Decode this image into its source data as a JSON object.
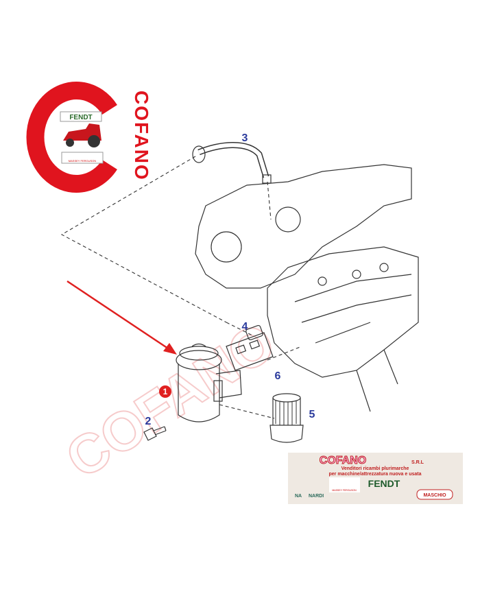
{
  "diagram": {
    "callouts": [
      "1",
      "2",
      "3",
      "4",
      "5",
      "6"
    ],
    "arrow_color": "#e02020",
    "highlight_callout": "1"
  },
  "logo": {
    "brand": "COFANO",
    "inner_top": "FENDT",
    "inner_bottom": "MASSEY FERGUSON",
    "color": "#e0141e"
  },
  "watermark": {
    "text": "COFANO"
  },
  "banner": {
    "title": "COFANO",
    "suffix": "S.R.L",
    "line1": "Venditori ricambi plurimarche",
    "line2": "per macchine/attrezzatura nuova e usata",
    "brands": [
      "MASSEY FERGUSON",
      "FENDT",
      "NA",
      "NARDI",
      "MASCHIO"
    ]
  }
}
